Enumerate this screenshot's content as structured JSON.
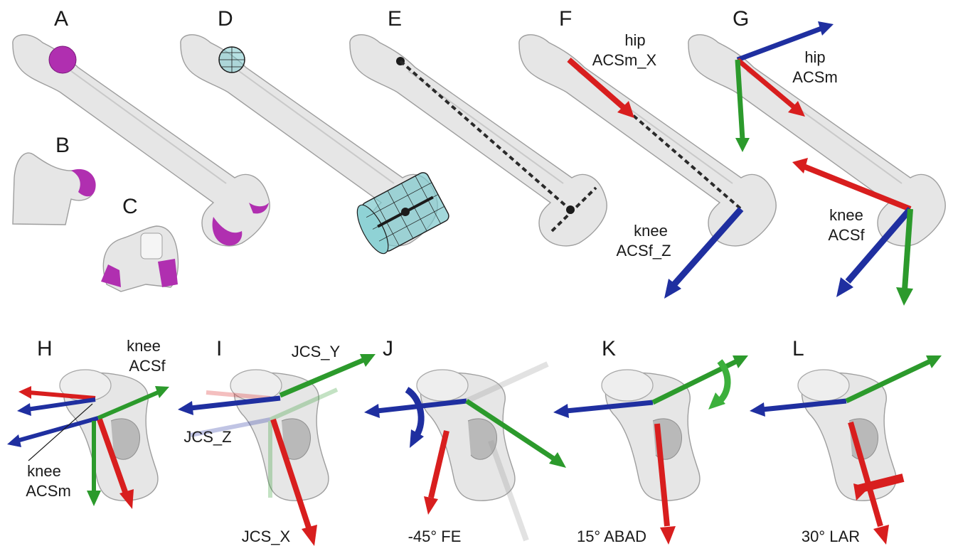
{
  "panels": [
    {
      "id": "A",
      "label": "A"
    },
    {
      "id": "B",
      "label": "B"
    },
    {
      "id": "C",
      "label": "C"
    },
    {
      "id": "D",
      "label": "D"
    },
    {
      "id": "E",
      "label": "E"
    },
    {
      "id": "F",
      "label": "F"
    },
    {
      "id": "G",
      "label": "G"
    },
    {
      "id": "H",
      "label": "H"
    },
    {
      "id": "I",
      "label": "I"
    },
    {
      "id": "J",
      "label": "J"
    },
    {
      "id": "K",
      "label": "K"
    },
    {
      "id": "L",
      "label": "L"
    }
  ],
  "annotations": {
    "f_hip": [
      "hip",
      "ACSm_X"
    ],
    "f_knee": [
      "knee",
      "ACSf_Z"
    ],
    "g_hip": [
      "hip",
      "ACSm"
    ],
    "g_knee": [
      "knee",
      "ACSf"
    ],
    "h_knee_acsf": [
      "knee",
      "ACSf"
    ],
    "h_knee_acsm": [
      "knee",
      "ACSm"
    ],
    "i_jcs_y": "JCS_Y",
    "i_jcs_z": "JCS_Z",
    "i_jcs_x": "JCS_X",
    "j_caption": "-45° FE",
    "k_caption": "15° ABAD",
    "l_caption": "30° LAR"
  },
  "colors": {
    "x_axis": "#d81e1e",
    "y_axis": "#2c9a2c",
    "z_axis": "#1f2fa0",
    "highlight": "#b02fb0",
    "cylinder": "#7cc8cc",
    "bone": "#e6e6e6"
  }
}
